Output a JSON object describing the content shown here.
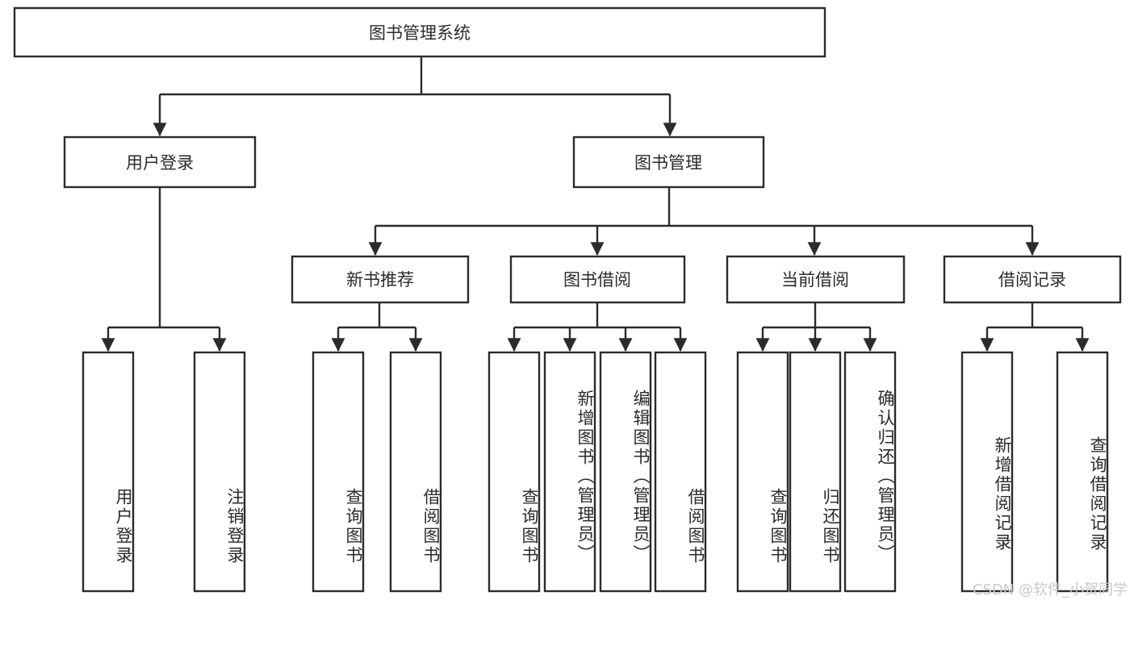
{
  "diagram": {
    "type": "tree-hierarchy-chart",
    "title": "图书管理系统",
    "watermark": "CSDN @软件_小贺同学",
    "colors": {
      "stroke": "#2b2b2b",
      "fill": "#ffffff",
      "background": "#ffffff",
      "watermark": "#c9c9c9"
    },
    "levels": {
      "root": {
        "label": "图书管理系统"
      },
      "level2": [
        {
          "label": "用户登录"
        },
        {
          "label": "图书管理"
        }
      ],
      "level3": [
        {
          "label": "新书推荐"
        },
        {
          "label": "图书借阅"
        },
        {
          "label": "当前借阅"
        },
        {
          "label": "借阅记录"
        }
      ],
      "leaves": {
        "user_login": [
          {
            "label": "用户登录"
          },
          {
            "label": "注销登录"
          }
        ],
        "new_book_recommend": [
          {
            "label": "查询图书"
          },
          {
            "label": "借阅图书"
          }
        ],
        "book_borrow": [
          {
            "label": "查询图书"
          },
          {
            "label": "新增图书（管理员）"
          },
          {
            "label": "编辑图书（管理员）"
          },
          {
            "label": "借阅图书"
          }
        ],
        "current_borrow": [
          {
            "label": "查询图书"
          },
          {
            "label": "归还图书"
          },
          {
            "label": "确认归还（管理员）"
          }
        ],
        "borrow_record": [
          {
            "label": "新增借阅记录"
          },
          {
            "label": "查询借阅记录"
          }
        ]
      }
    }
  }
}
